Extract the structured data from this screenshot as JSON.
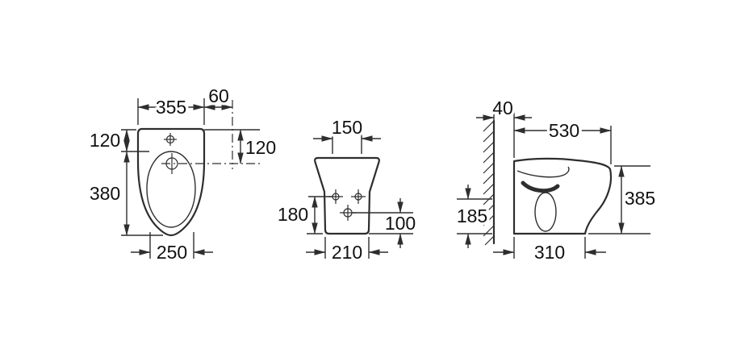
{
  "colors": {
    "line": "#2e2e2e",
    "text": "#111111",
    "background": "#ffffff"
  },
  "plan_view": {
    "width_top": "355",
    "tap_offset": "60",
    "back_depth": "120",
    "hole_depth": "120",
    "bowl_depth": "380",
    "base_width": "250"
  },
  "front_view": {
    "top_width": "150",
    "hole_height": "180",
    "outlet_height": "100",
    "base_width": "210"
  },
  "side_view": {
    "wall_gap": "40",
    "overall_depth": "530",
    "overall_height": "385",
    "inlet_height": "185",
    "base_depth": "310"
  }
}
